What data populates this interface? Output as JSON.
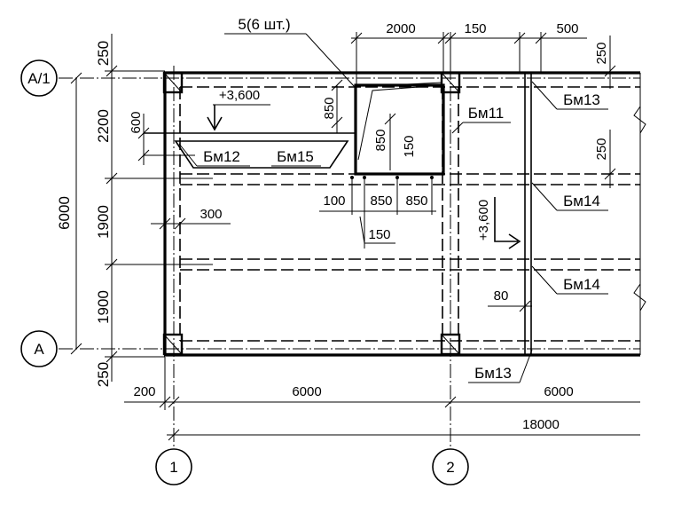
{
  "axes": {
    "letters": [
      "А/1",
      "А"
    ],
    "numbers": [
      "1",
      "2"
    ]
  },
  "dimensions": {
    "left_250_top": "250",
    "left_2200": "2200",
    "left_1900_a": "1900",
    "left_1900_b": "1900",
    "left_250_bottom": "250",
    "overall_6000_vertical": "6000",
    "opening_600": "600",
    "column_300": "300",
    "bottom_200": "200",
    "bottom_6000_a": "6000",
    "bottom_6000_b": "6000",
    "bottom_18000": "18000",
    "top_2000": "2000",
    "top_150": "150",
    "top_500": "500",
    "right_250_a": "250",
    "right_250_b": "250",
    "opening_850_left": "850",
    "opening_850_inner": "850",
    "opening_150_inner": "150",
    "row_100": "100",
    "row_850_a": "850",
    "row_850_b": "850",
    "row_150": "150",
    "gap_80": "80"
  },
  "levels": {
    "top": "+3,600",
    "right": "+3,600"
  },
  "callouts": {
    "rods": "5(6 шт.)"
  },
  "beams": {
    "bm11": "Бм11",
    "bm12": "Бм12",
    "bm13_top": "Бм13",
    "bm13_bottom": "Бм13",
    "bm14_a": "Бм14",
    "bm14_b": "Бм14",
    "bm15": "Бм15"
  }
}
